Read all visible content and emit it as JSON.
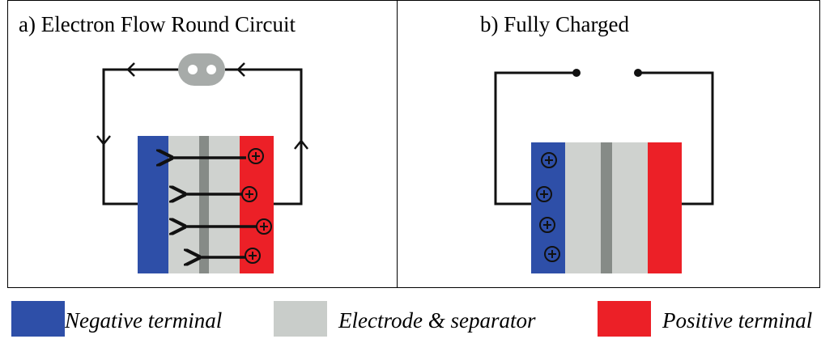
{
  "panels": {
    "a": {
      "title": "a) Electron Flow Round Circuit"
    },
    "b": {
      "title": "b) Fully Charged"
    }
  },
  "legend": [
    {
      "label": "Negative terminal",
      "color": "#2e4fa8"
    },
    {
      "label": "Electrode & separator",
      "color": "#c9cdca"
    },
    {
      "label": "Positive terminal",
      "color": "#ec2027"
    }
  ],
  "colors": {
    "negative_terminal": "#2e4fa8",
    "electrode": "#cfd2cf",
    "separator": "#868b87",
    "positive_terminal": "#ec2027",
    "wire": "#111111"
  },
  "icons": {
    "load": "load-device-icon",
    "positive_ion": "plus-circle-icon"
  }
}
